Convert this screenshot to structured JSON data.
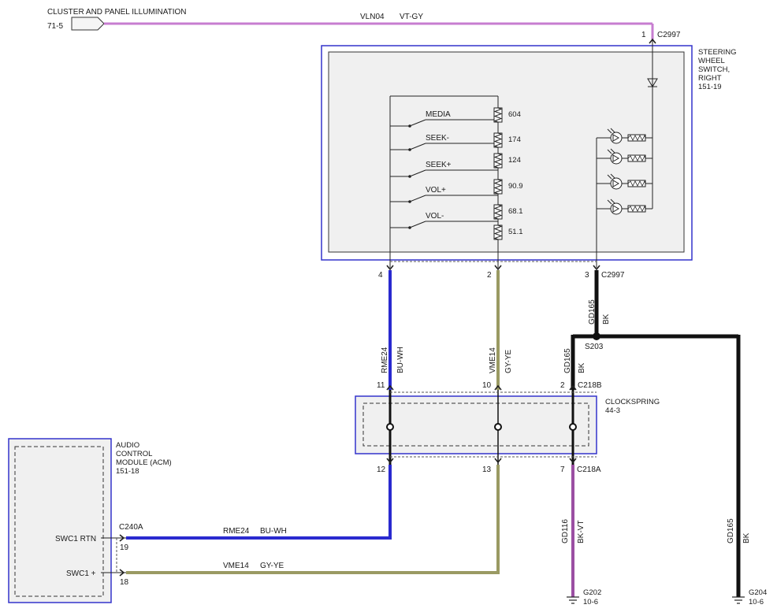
{
  "title": "CLUSTER AND PANEL ILLUMINATION",
  "ref_71_5": "71-5",
  "top_wire": {
    "circuit": "VLN04",
    "color": "VT-GY"
  },
  "c2997_top_pin": "1",
  "c2997": "C2997",
  "steering_switch": {
    "l1": "STEERING",
    "l2": "WHEEL",
    "l3": "SWITCH,",
    "l4": "RIGHT",
    "ref": "151-19"
  },
  "switches": [
    {
      "label": "MEDIA",
      "resistor": "604"
    },
    {
      "label": "SEEK-",
      "resistor": "174"
    },
    {
      "label": "SEEK+",
      "resistor": "124"
    },
    {
      "label": "VOL+",
      "resistor": "90.9"
    },
    {
      "label": "VOL-",
      "resistor": "68.1"
    },
    {
      "label": "",
      "resistor": "51.1"
    }
  ],
  "pins_c2997": {
    "p4": "4",
    "p2": "2",
    "p3": "3"
  },
  "splice": "S203",
  "gd165": {
    "circuit": "GD165",
    "color": "BK"
  },
  "wire_rme24": {
    "circuit": "RME24",
    "color": "BU-WH"
  },
  "wire_vme14": {
    "circuit": "VME14",
    "color": "GY-YE"
  },
  "c218b": {
    "name": "C218B",
    "p11": "11",
    "p10": "10",
    "p2": "2"
  },
  "clockspring": {
    "name": "CLOCKSPRING",
    "ref": "44-3"
  },
  "c218a": {
    "name": "C218A",
    "p12": "12",
    "p13": "13",
    "p7": "7"
  },
  "acm": {
    "l1": "AUDIO",
    "l2": "CONTROL",
    "l3": "MODULE (ACM)",
    "ref": "151-18",
    "swc1_rtn": "SWC1 RTN",
    "swc1_plus": "SWC1 +"
  },
  "c240a": {
    "name": "C240A",
    "p19": "19",
    "p18": "18"
  },
  "gd116": {
    "circuit": "GD116",
    "color": "BK-VT"
  },
  "g202": {
    "name": "G202",
    "ref": "10-6"
  },
  "g204": {
    "name": "G204",
    "ref": "10-6"
  },
  "colors": {
    "violet_gray": "#c77dd0",
    "blue_white": "#2a2acf",
    "gray_yellow": "#9a9a63",
    "black": "#111111",
    "black_violet": "#9b4fa3",
    "box_border": "#3333cc",
    "box_fill": "#f0f0f0"
  }
}
